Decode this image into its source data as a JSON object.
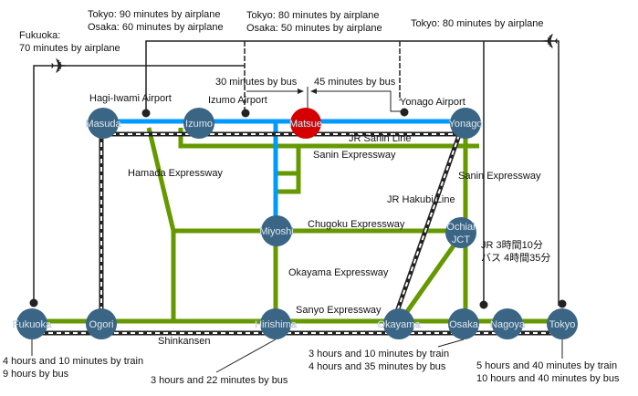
{
  "colors": {
    "node": "#3a6585",
    "highlight": "#d40000",
    "expressway": "#669900",
    "rail_jr": "#0099ff",
    "rail": "#222222"
  },
  "air": {
    "fukuoka": [
      "Fukuoka:",
      "70 minutes by airplane"
    ],
    "hagi": [
      "Tokyo: 90 minutes by airplane",
      "Osaka: 60 minutes by airplane"
    ],
    "izumo": [
      "Tokyo: 80 minutes by airplane",
      "Osaka: 50 minutes by airplane"
    ],
    "yonago": "Tokyo: 80 minutes by airplane"
  },
  "airports": {
    "hagi": "Hagi-Iwami Airport",
    "izumo": "Izumo Airport",
    "yonago": "Yonago Airport"
  },
  "bus": {
    "izumo": "30 minutes by bus",
    "yonago": "45 minutes by bus"
  },
  "stations": {
    "masuda": "Masuda",
    "izumo": "Izumo",
    "matsue": "Matsue",
    "yonago": "Yonago",
    "miyoshi": "Miyoshi",
    "ochiai": [
      "Ochiai",
      "JCT"
    ],
    "fukuoka": "Fukuoka",
    "ogori": "Ogori",
    "hirishima": "Hirishima",
    "okayama": "Okayama",
    "osaka": "Osaka",
    "nagoya": "Nagoya",
    "tokyo": "Tokyo"
  },
  "lines": {
    "jr_sanin": "JR Sanin Line",
    "sanin_exp": "Sanin Expressway",
    "sanin_exp2": "Sanin Expressway",
    "hamada": "Hamada Expressway",
    "hakubi": "JR Hakubi Line",
    "chugoku": "Chugoku Expressway",
    "okayama_exp": "Okayama Expressway",
    "sanyo": "Sanyo Expressway",
    "shinkansen": "Shinkansen"
  },
  "jp_note": [
    "JR  3時間10分",
    "バス 4時間35分"
  ],
  "times": {
    "fukuoka": [
      "4 hours and 10 minutes by train",
      "9 hours by bus"
    ],
    "hirishima": "3 hours and 22 minutes by bus",
    "osaka": [
      "3 hours and 10 minutes by train",
      "4 hours and 35 minutes by bus"
    ],
    "tokyo": [
      "5 hours and 40 minutes by train",
      "10 hours and 40 minutes by bus"
    ]
  }
}
